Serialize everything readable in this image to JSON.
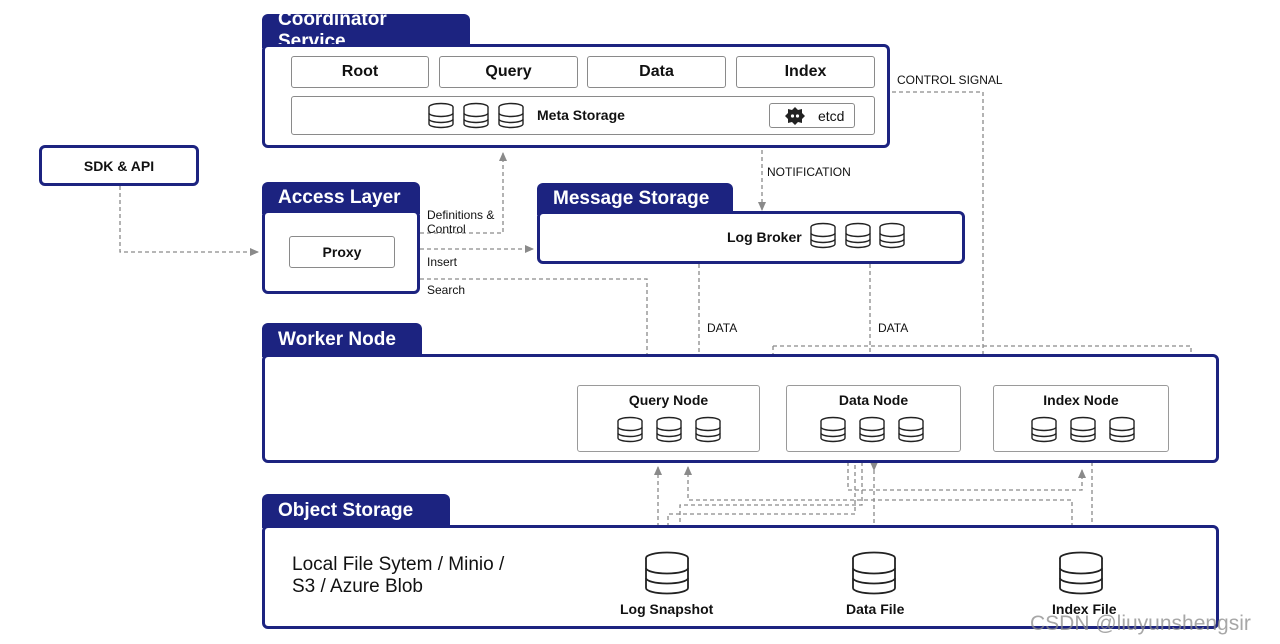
{
  "coordinator": {
    "title": "Coordinator Service",
    "boxes": [
      "Root",
      "Query",
      "Data",
      "Index"
    ],
    "meta_storage": "Meta Storage",
    "etcd": "etcd"
  },
  "sdk": {
    "label": "SDK & API"
  },
  "access": {
    "title": "Access Layer",
    "proxy": "Proxy"
  },
  "message": {
    "title": "Message Storage",
    "broker": "Log Broker"
  },
  "worker": {
    "title": "Worker Node",
    "query_node": "Query Node",
    "data_node": "Data Node",
    "index_node": "Index Node"
  },
  "object": {
    "title": "Object Storage",
    "desc_line1": "Local File Sytem / Minio /",
    "desc_line2": "S3 / Azure Blob",
    "log_snapshot": "Log Snapshot",
    "data_file": "Data File",
    "index_file": "Index File"
  },
  "edges": {
    "control_signal": "CONTROL SIGNAL",
    "notification": "NOTIFICATION",
    "definitions_1": "Definitions &",
    "definitions_2": "Control",
    "insert": "Insert",
    "search": "Search",
    "data_1": "DATA",
    "data_2": "DATA"
  },
  "watermark": "CSDN @liuyunshengsir",
  "colors": {
    "navy": "#1c2380",
    "arrow": "#8a8a8a"
  }
}
